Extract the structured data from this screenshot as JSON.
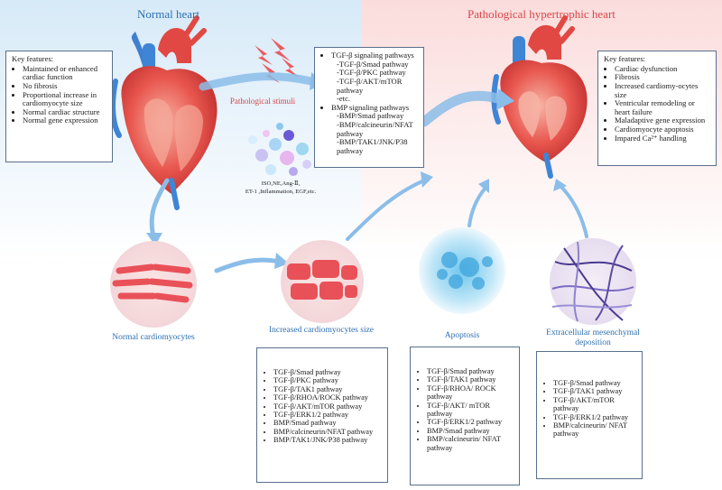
{
  "titles": {
    "normal": "Normal heart",
    "pathological": "Pathological hypertrophic heart"
  },
  "normal_features": {
    "heading": "Key features:",
    "items": [
      "Maintained or enhanced cardiac function",
      "No fibrosis",
      "Proportional increase in cardiomyocyte size",
      "Normal cardiac structure",
      "Normal gene expression"
    ]
  },
  "patho_features": {
    "heading": "Key features:",
    "items": [
      "Cardiac dysfunction",
      "Fibrosis",
      "Increased cardiomy-ocytes size",
      "Ventricular remodeling or heart failure",
      "Maladaptive gene expression",
      "Cardiomyocyte apoptosis",
      "Impared Ca²⁺ handling"
    ]
  },
  "signaling": {
    "tgf_head": "TGF-β signaling pathways",
    "tgf_items": [
      "-TGF-β/Smad pathway",
      "-TGF-β/PKC pathway",
      "-TGF-β/AKT/mTOR pathway",
      "-etc."
    ],
    "bmp_head": "BMP signaling pathways",
    "bmp_items": [
      "-BMP/Smad pathway",
      "-BMP/calcineurin/NFAT pathway",
      "-BMP/TAK1/JNK/P38 pathway"
    ]
  },
  "stimuli": {
    "label": "Pathological stimuli",
    "factors_line1": "ISO,NE,Ang-Ⅱ,",
    "factors_line2": "ET-1 ,Inflammation,  EGF,etc."
  },
  "cells": {
    "normal": "Normal cardiomyocytes",
    "increased": "Increased cardiomyocytes size",
    "apoptosis": "Apoptosis",
    "ecm": "Extracellular mesenchymal deposition"
  },
  "pathway_boxes": {
    "increased": [
      "TGF-β/Smad pathway",
      "TGF-β/PKC pathway",
      "TGF-β/TAK1 pathway",
      "TGF-β/RHOA/ROCK pathway",
      "TGF-β/AKT/mTOR pathway",
      "TGF-β/ERK1/2 pathway",
      "BMP/Smad pathway",
      "BMP/calcineurin/NFAT pathway",
      "BMP/TAK1/JNK/P38 pathway"
    ],
    "apoptosis": [
      "TGF-β/Smad pathway",
      "TGF-β/TAK1 pathway",
      "TGF-β/RHOA/ ROCK pathway",
      "TGF-β/AKT/ mTOR pathway",
      "TGF-β/ERK1/2 pathway",
      "BMP/Smad pathway",
      "BMP/calcineurin/ NFAT pathway"
    ],
    "ecm": [
      "TGF-β/Smad pathway",
      "TGF-β/TAK1 pathway",
      "TGF-β/AKT/mTOR pathway",
      "TGF-β/ERK1/2 pathway",
      "BMP/calcineurin/ NFAT pathway"
    ]
  },
  "colors": {
    "blue_accent": "#2f6fb0",
    "red_accent": "#d9464a",
    "box_border": "#58708c"
  }
}
